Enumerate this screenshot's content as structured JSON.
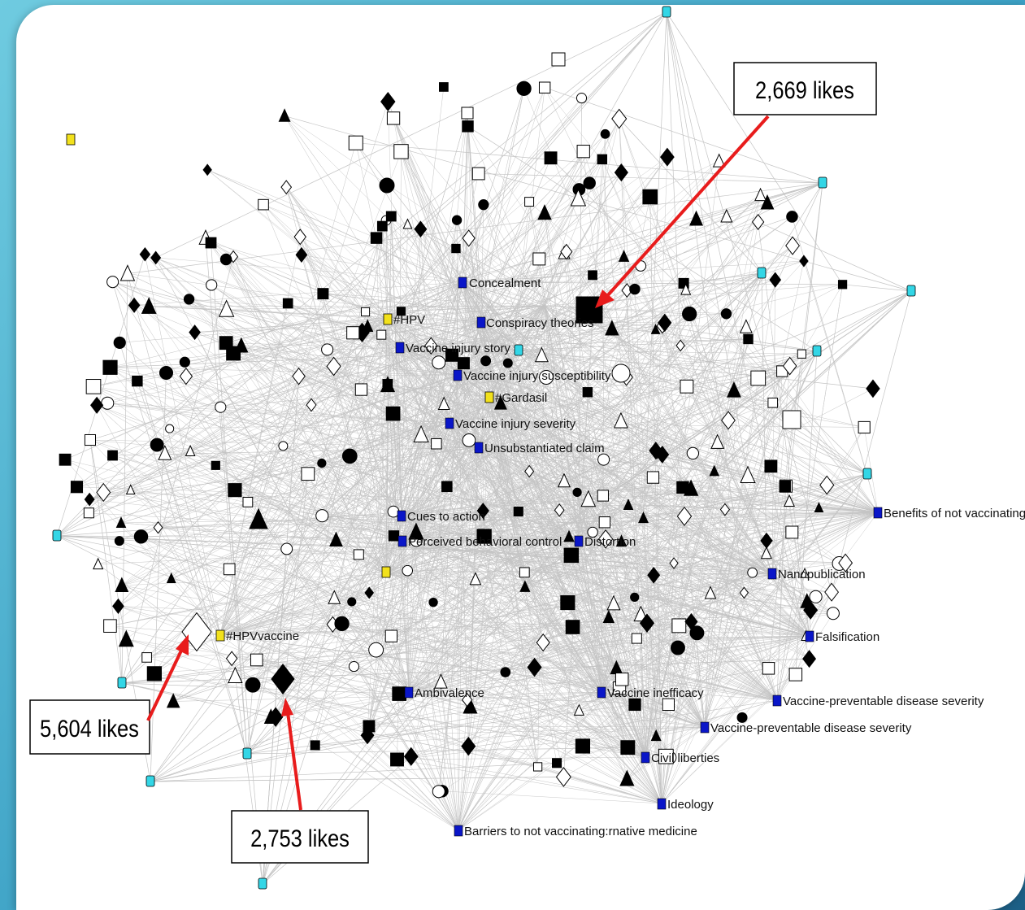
{
  "callouts": [
    {
      "id": "callout-2669",
      "text": "2,669 likes"
    },
    {
      "id": "callout-5604",
      "text": "5,604 likes"
    },
    {
      "id": "callout-2753",
      "text": "2,753 likes"
    }
  ],
  "topic_labels": [
    {
      "id": "concealment",
      "text": "Concealment"
    },
    {
      "id": "conspiracy-theories",
      "text": "Conspiracy theories"
    },
    {
      "id": "vaccine-injury-story",
      "text": "Vaccine injury story"
    },
    {
      "id": "vaccine-injury-susceptibility",
      "text": "Vaccine injury susceptibility"
    },
    {
      "id": "vaccine-injury-severity",
      "text": "Vaccine injury severity"
    },
    {
      "id": "unsubstantiated-claim",
      "text": "Unsubstantiated claim"
    },
    {
      "id": "cues-to-action",
      "text": "Cues to action"
    },
    {
      "id": "perceived-behavioral-control",
      "text": "Perceived behavioral control"
    },
    {
      "id": "distortion",
      "text": "Distortion"
    },
    {
      "id": "benefits-of-not-vaccinating",
      "text": "Benefits of not vaccinating"
    },
    {
      "id": "nanopublication",
      "text": "Nanopublication"
    },
    {
      "id": "falsification",
      "text": "Falsification"
    },
    {
      "id": "ambivalence",
      "text": "Ambivalence"
    },
    {
      "id": "vaccine-inefficacy",
      "text": "Vaccine inefficacy"
    },
    {
      "id": "vpd-severity-1",
      "text": "Vaccine-preventable disease severity"
    },
    {
      "id": "vpd-severity-2",
      "text": "Vaccine-preventable disease severity"
    },
    {
      "id": "civil-liberties",
      "text": "Civil liberties"
    },
    {
      "id": "ideology",
      "text": "Ideology"
    },
    {
      "id": "barriers",
      "text": "Barriers to not vaccinating:rnative medicine"
    }
  ],
  "hashtag_labels": [
    {
      "id": "hpv",
      "text": "#HPV"
    },
    {
      "id": "gardasil",
      "text": "#Gardasil"
    },
    {
      "id": "hpvvaccine",
      "text": "#HPVvaccine"
    }
  ],
  "colors": {
    "topic_node": "#0a16c8",
    "hashtag_node": "#f2e11c",
    "peripheral_node": "#33d6e6",
    "edge": "#c4c4c4",
    "arrow": "#e81c1c"
  }
}
